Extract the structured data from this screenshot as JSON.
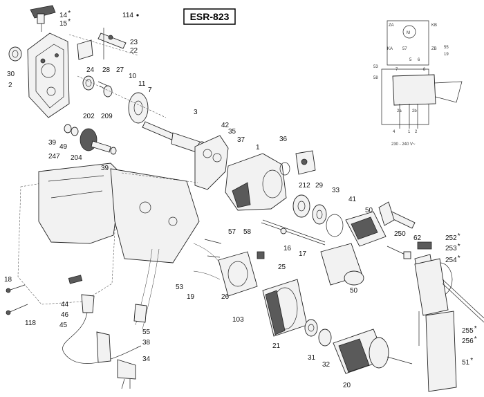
{
  "title": "ESR-823",
  "note_114": "114",
  "parts": [
    {
      "id": "p14",
      "label": "14",
      "star": true
    },
    {
      "id": "p15",
      "label": "15",
      "star": true
    },
    {
      "id": "p30",
      "label": "30"
    },
    {
      "id": "p2",
      "label": "2"
    },
    {
      "id": "p23",
      "label": "23"
    },
    {
      "id": "p22",
      "label": "22"
    },
    {
      "id": "p24",
      "label": "24"
    },
    {
      "id": "p28",
      "label": "28"
    },
    {
      "id": "p27",
      "label": "27"
    },
    {
      "id": "p10",
      "label": "10"
    },
    {
      "id": "p11",
      "label": "11"
    },
    {
      "id": "p7",
      "label": "7"
    },
    {
      "id": "p202",
      "label": "202"
    },
    {
      "id": "p209",
      "label": "209"
    },
    {
      "id": "p3",
      "label": "3"
    },
    {
      "id": "p42",
      "label": "42"
    },
    {
      "id": "p35",
      "label": "35"
    },
    {
      "id": "p37",
      "label": "37"
    },
    {
      "id": "p39a",
      "label": "39"
    },
    {
      "id": "p49",
      "label": "49"
    },
    {
      "id": "p204",
      "label": "204"
    },
    {
      "id": "p39b",
      "label": "39"
    },
    {
      "id": "p247",
      "label": "247"
    },
    {
      "id": "p1",
      "label": "1"
    },
    {
      "id": "p36",
      "label": "36"
    },
    {
      "id": "p212",
      "label": "212"
    },
    {
      "id": "p29",
      "label": "29"
    },
    {
      "id": "p33",
      "label": "33"
    },
    {
      "id": "p41",
      "label": "41"
    },
    {
      "id": "p50a",
      "label": "50"
    },
    {
      "id": "p57",
      "label": "57"
    },
    {
      "id": "p58",
      "label": "58"
    },
    {
      "id": "p16",
      "label": "16"
    },
    {
      "id": "p17",
      "label": "17"
    },
    {
      "id": "p250",
      "label": "250"
    },
    {
      "id": "p62",
      "label": "62"
    },
    {
      "id": "p252",
      "label": "252",
      "star": true
    },
    {
      "id": "p253",
      "label": "253",
      "star": true
    },
    {
      "id": "p254",
      "label": "254",
      "star": true
    },
    {
      "id": "p25",
      "label": "25"
    },
    {
      "id": "p18",
      "label": "18"
    },
    {
      "id": "p44",
      "label": "44"
    },
    {
      "id": "p46",
      "label": "46"
    },
    {
      "id": "p45",
      "label": "45"
    },
    {
      "id": "p118",
      "label": "118"
    },
    {
      "id": "p53",
      "label": "53"
    },
    {
      "id": "p19",
      "label": "19"
    },
    {
      "id": "p26",
      "label": "26"
    },
    {
      "id": "p103",
      "label": "103"
    },
    {
      "id": "p50b",
      "label": "50"
    },
    {
      "id": "p55",
      "label": "55"
    },
    {
      "id": "p38",
      "label": "38"
    },
    {
      "id": "p21",
      "label": "21"
    },
    {
      "id": "p31",
      "label": "31"
    },
    {
      "id": "p32",
      "label": "32"
    },
    {
      "id": "p34",
      "label": "34"
    },
    {
      "id": "p20",
      "label": "20"
    },
    {
      "id": "p255",
      "label": "255",
      "star": true
    },
    {
      "id": "p256",
      "label": "256",
      "star": true
    },
    {
      "id": "p51",
      "label": "51",
      "star": true
    }
  ],
  "wiring": {
    "labels": [
      "ZA",
      "KB",
      "KA",
      "ZB",
      "55",
      "19",
      "53",
      "58",
      "M",
      "57",
      "5",
      "6",
      "7",
      "8",
      "2a",
      "2b",
      "4",
      "1",
      "2"
    ],
    "voltage": "230 - 240 V~"
  },
  "colors": {
    "ink": "#222222",
    "paper": "#ffffff",
    "shade": "#5a5a5a"
  }
}
